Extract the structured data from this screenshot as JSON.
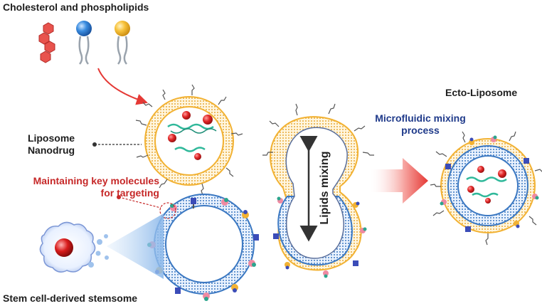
{
  "labels": {
    "ingredients": "Cholesterol and phospholipids",
    "liposome_line1": "Liposome",
    "liposome_line2": "Nanodrug",
    "maintain_line1": "Maintaining key molecules",
    "maintain_line2": "for targeting",
    "stemsome": "Stem cell-derived stemsome",
    "lipids_mixing": "Lipids mixing",
    "microfluidic_line1": "Microfluidic mixing",
    "microfluidic_line2": "process",
    "ecto": "Ecto-Liposome"
  },
  "colors": {
    "lipid_gold": "#f2b233",
    "membrane_blue": "#3b78c2",
    "drug_red": "#d62828",
    "rna_teal": "#2fb89a",
    "arrow_red": "#e53935",
    "title_navy": "#1f3a8a",
    "highlight_red": "#c62828"
  }
}
